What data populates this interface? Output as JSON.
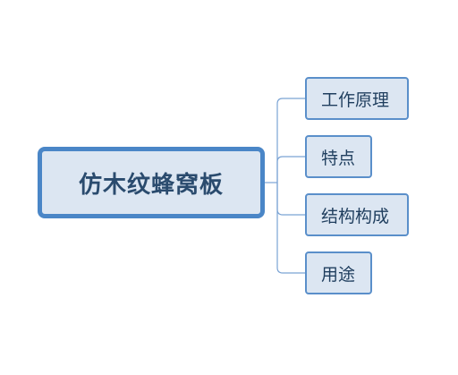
{
  "mindmap": {
    "root": {
      "label": "仿木纹蜂窝板"
    },
    "children": [
      {
        "label": "工作原理"
      },
      {
        "label": "特点"
      },
      {
        "label": "结构构成"
      },
      {
        "label": "用途"
      }
    ]
  },
  "colors": {
    "root_border": "#4a86c7",
    "node_fill": "#dce6f2",
    "child_border": "#5a8fca",
    "connector": "#7aa3d4",
    "root_text": "#2a4b6e",
    "child_text": "#1f3e5e"
  }
}
